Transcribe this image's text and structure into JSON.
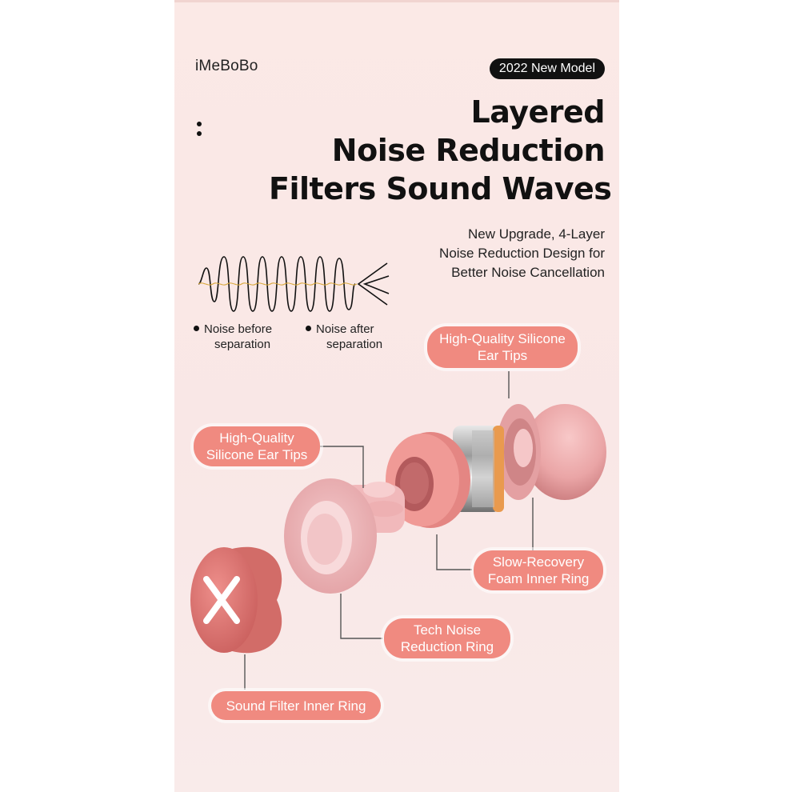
{
  "brand": "iMeBoBo",
  "badge": "2022 New Model",
  "headline": {
    "line1": "Layered",
    "line2": "Noise Reduction",
    "line3": "Filters Sound Waves"
  },
  "subtext": {
    "line1": "New Upgrade, 4-Layer",
    "line2": "Noise Reduction Design for",
    "line3": "Better Noise Cancellation"
  },
  "legend": {
    "before_line1": "Noise before",
    "before_line2": "separation",
    "after_line1": "Noise after",
    "after_line2": "separation"
  },
  "labels": {
    "top_right_line1": "High-Quality Silicone",
    "top_right_line2": "Ear Tips",
    "left_line1": "High-Quality",
    "left_line2": "Silicone Ear Tips",
    "foam_line1": "Slow-Recovery",
    "foam_line2": "Foam Inner Ring",
    "tech_line1": "Tech Noise",
    "tech_line2": "Reduction Ring",
    "filter": "Sound Filter Inner Ring"
  },
  "colors": {
    "accent": "#f08a80",
    "background": "#fbe9e6",
    "text": "#111111"
  }
}
